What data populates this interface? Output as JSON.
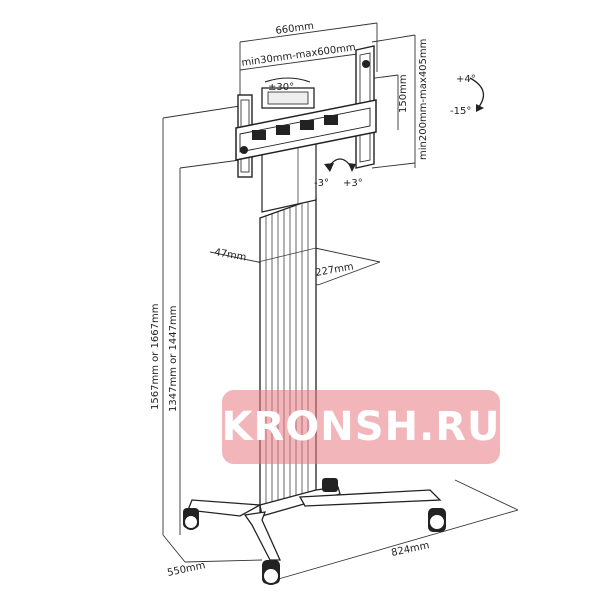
{
  "dimensions": {
    "top_width": "660mm",
    "vesa_width": "min30mm-max600mm",
    "swivel": "±30°",
    "bracket_height": "150mm",
    "vesa_height": "min200mm-max405mm",
    "tilt_up": "+4°",
    "tilt_down": "-15°",
    "rotate_left": "-3°",
    "rotate_right": "+3°",
    "shelf_depth": "47mm",
    "shelf_width": "227mm",
    "total_height": "1567mm or 1667mm",
    "center_height": "1347mm or 1447mm",
    "base_depth": "550mm",
    "base_width": "824mm"
  },
  "watermark": "KRONSH.RU",
  "colors": {
    "line": "#222222",
    "watermark_bg": "#e87880",
    "watermark_text": "#ffffff"
  }
}
